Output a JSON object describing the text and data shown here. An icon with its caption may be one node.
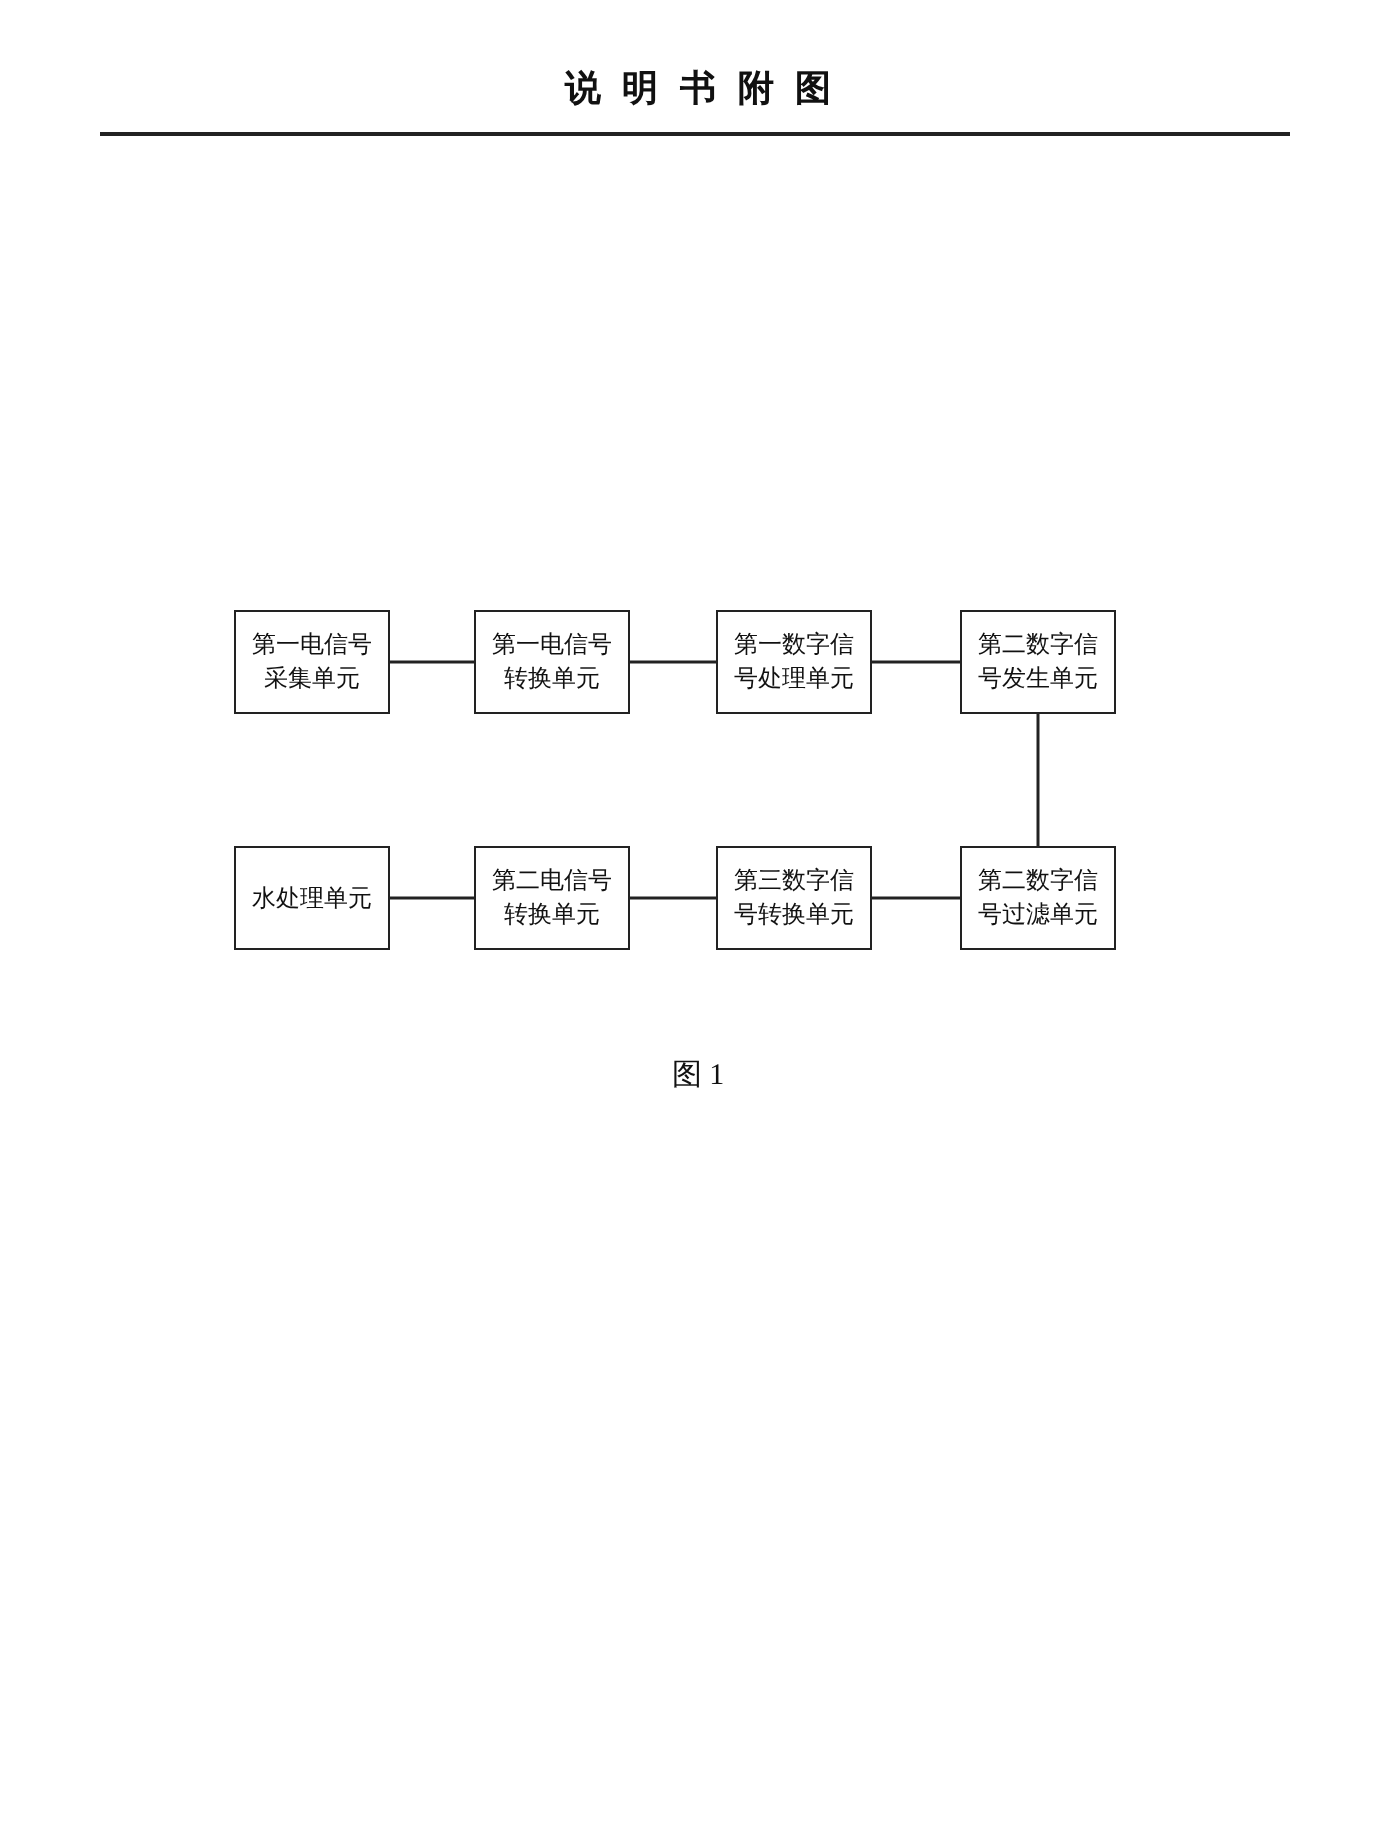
{
  "diagram": {
    "title": "说明书附图",
    "caption": "图 1",
    "nodes": [
      {
        "text": [
          "第一电信号采集单元"
        ]
      },
      {
        "text": [
          "第一电信号转换单元"
        ]
      },
      {
        "text": [
          "第一数字信号处理单元"
        ]
      },
      {
        "text": [
          "第二数字信号发生单元"
        ]
      },
      {
        "text": [
          "水处理单元"
        ]
      },
      {
        "text": [
          "第二电信号转换单元"
        ]
      },
      {
        "text": [
          "第三数字信号转换单元"
        ]
      },
      {
        "text": [
          "第二数字信号过滤单元"
        ]
      }
    ],
    "edges": [
      {
        "from": 0,
        "to": 1,
        "arrow": "none"
      },
      {
        "from": 1,
        "to": 2,
        "arrow": "none"
      },
      {
        "from": 2,
        "to": 3,
        "arrow": "none"
      },
      {
        "from": 3,
        "to": 7,
        "arrow": "none"
      },
      {
        "from": 7,
        "to": 6,
        "arrow": "none"
      },
      {
        "from": 6,
        "to": 5,
        "arrow": "none"
      },
      {
        "from": 5,
        "to": 4,
        "arrow": "none"
      }
    ]
  }
}
